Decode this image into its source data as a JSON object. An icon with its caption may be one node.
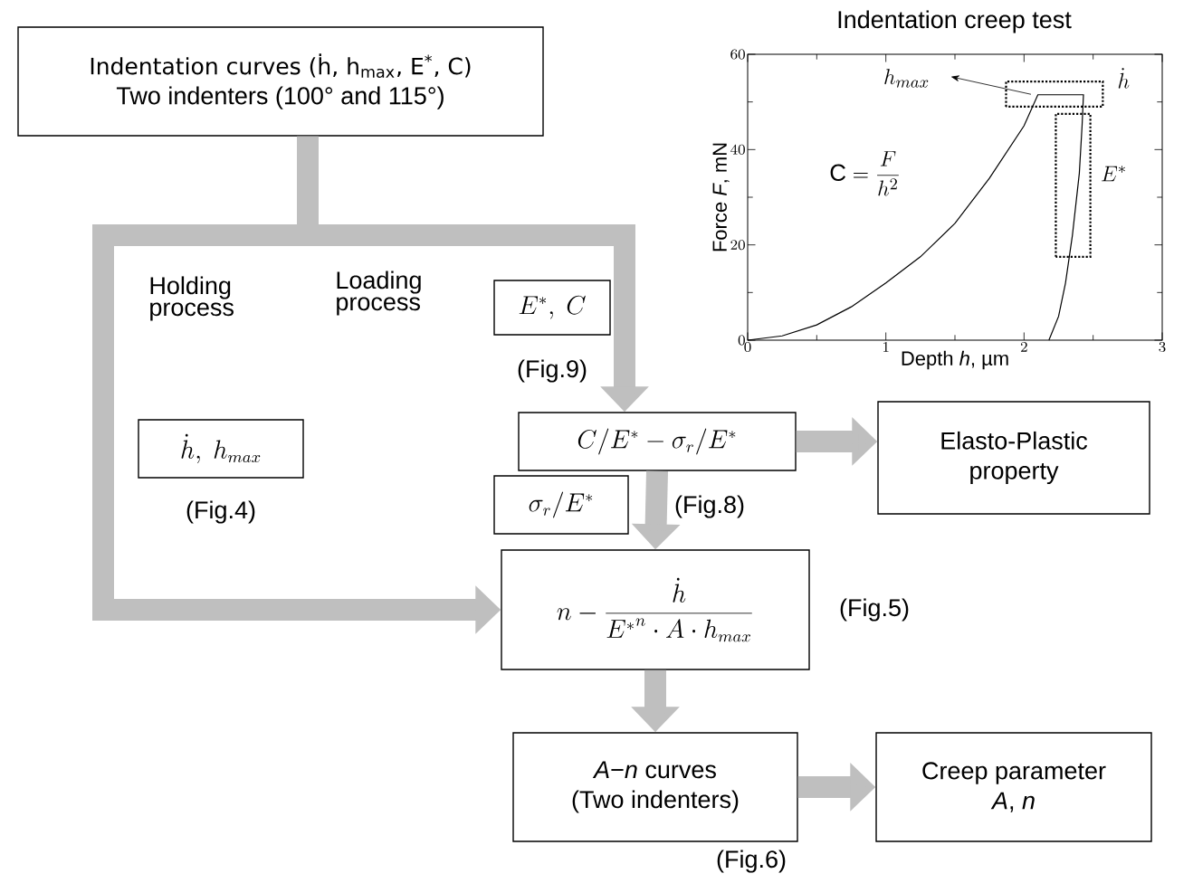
{
  "diagram": {
    "nodes": [
      {
        "text": [
          "Indentation curves (ḣ, h$_{max}$, E$^{*}$, C)",
          "Two indenters (100° and 115°)"
        ]
      },
      {
        "text": [
          "E^{*},\\ C"
        ],
        "beside": [
          "(Fig.9)"
        ]
      },
      {
        "text": [
          "\\dot{h},\\ h_{max}"
        ],
        "beside": [
          "(Fig.4)"
        ]
      },
      {
        "text": [
          "C/E^{*}-\\sigma_{r}/E^{*}"
        ],
        "beside": [
          "(Fig.8)"
        ]
      },
      {
        "text": [
          "Elasto-Plastic property"
        ]
      },
      {
        "text": [
          "\\sigma_{r}/E^{*}"
        ]
      },
      {
        "text": [
          "n-\\frac{\\dot{h}}{{E^{*}}^{n}\\cdot A\\cdot h_{max}}"
        ],
        "beside": [
          "(Fig.5)"
        ]
      },
      {
        "text": [
          "*A*−*n* curves",
          "(Two indenters)"
        ],
        "beside": [
          "(Fig.6)"
        ]
      },
      {
        "text": [
          "Creep parameter",
          "*A*, *n*"
        ]
      }
    ],
    "edges": [
      {
        "from": 0,
        "to": 6,
        "arrow": "to"
      },
      {
        "from": 0,
        "to": 3,
        "arrow": "to"
      },
      {
        "from": 3,
        "to": 4,
        "arrow": "to"
      },
      {
        "from": 3,
        "to": 6,
        "arrow": "to"
      },
      {
        "from": 6,
        "to": 7,
        "arrow": "to"
      },
      {
        "from": 7,
        "to": 8,
        "arrow": "to"
      }
    ],
    "labels": [
      "Holding process",
      "Loading process"
    ],
    "chart_data": {
      "type": "line",
      "title": "Indentation creep test",
      "xlabel": "Depth *h*, µm",
      "ylabel": "Force *F*, mN",
      "x": [
        0,
        0.25,
        0.5,
        0.75,
        1,
        1.25,
        1.5,
        1.75,
        2,
        2.1,
        2.43,
        2.42,
        2.4,
        2.35,
        2.3,
        2.25,
        2.18
      ],
      "series": [
        {
          "values": [
            0,
            0.9,
            3.2,
            7,
            12,
            17.5,
            24.5,
            34,
            45,
            51.5,
            51.5,
            45,
            35,
            22,
            12,
            5,
            0
          ]
        }
      ],
      "xlim": [
        0,
        3
      ],
      "ylim": [
        0,
        60
      ],
      "xticks": [
        0,
        1,
        2,
        3
      ],
      "yticks": [
        0,
        20,
        40,
        60
      ],
      "annotations": [
        "h_{max}",
        "\\dot{h}",
        "\\mathrm{C}=\\frac{F}{h^{2}}",
        "E^{*}"
      ]
    }
  }
}
